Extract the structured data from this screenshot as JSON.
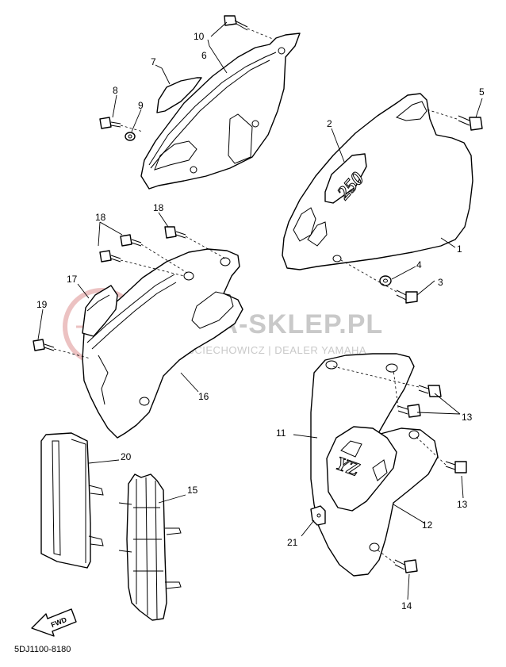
{
  "watermark": {
    "title": "YAMA-SKLEP.PL",
    "subtitle": "WOJCIECHOWICZ | DEALER YAMAHA",
    "logo_color": "#e8b3b3",
    "text_color": "#c9c9c9"
  },
  "diagram_code": "5DJ1100-8180",
  "fwd_label": "FWD",
  "graphic_250": "250",
  "graphic_yz": "YZ",
  "callouts": {
    "c1": "1",
    "c2": "2",
    "c3": "3",
    "c4": "4",
    "c5": "5",
    "c6": "6",
    "c7": "7",
    "c8": "8",
    "c9": "9",
    "c10": "10",
    "c11": "11",
    "c12": "12",
    "c13a": "13",
    "c13b": "13",
    "c14": "14",
    "c15": "15",
    "c16": "16",
    "c17": "17",
    "c18a": "18",
    "c18b": "18",
    "c19": "19",
    "c20": "20",
    "c21": "21"
  }
}
